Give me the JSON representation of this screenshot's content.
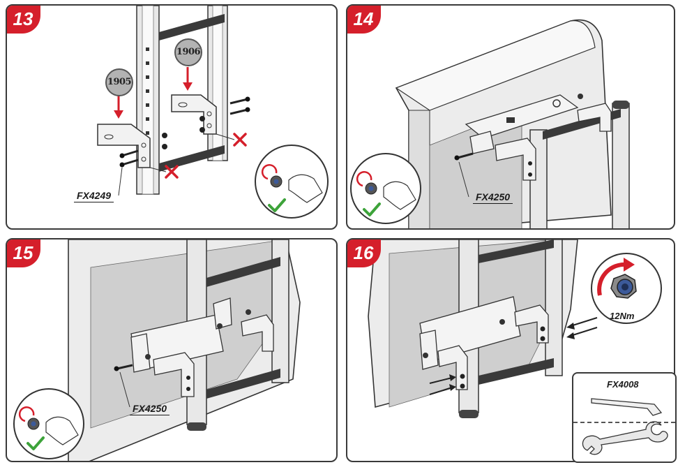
{
  "steps": {
    "s13": {
      "number": "13",
      "parts": {
        "left_bracket": "1905",
        "right_bracket": "1906"
      },
      "fastener_code": "FX4249"
    },
    "s14": {
      "number": "14",
      "fastener_code": "FX4250"
    },
    "s15": {
      "number": "15",
      "fastener_code": "FX4250"
    },
    "s16": {
      "number": "16",
      "torque": "12Nm",
      "tools": {
        "hex_key_code": "FX4008"
      }
    }
  },
  "colors": {
    "accent_red": "#d51f2b",
    "check_green": "#3da33a",
    "badge_grey": "#b3b3b3"
  }
}
